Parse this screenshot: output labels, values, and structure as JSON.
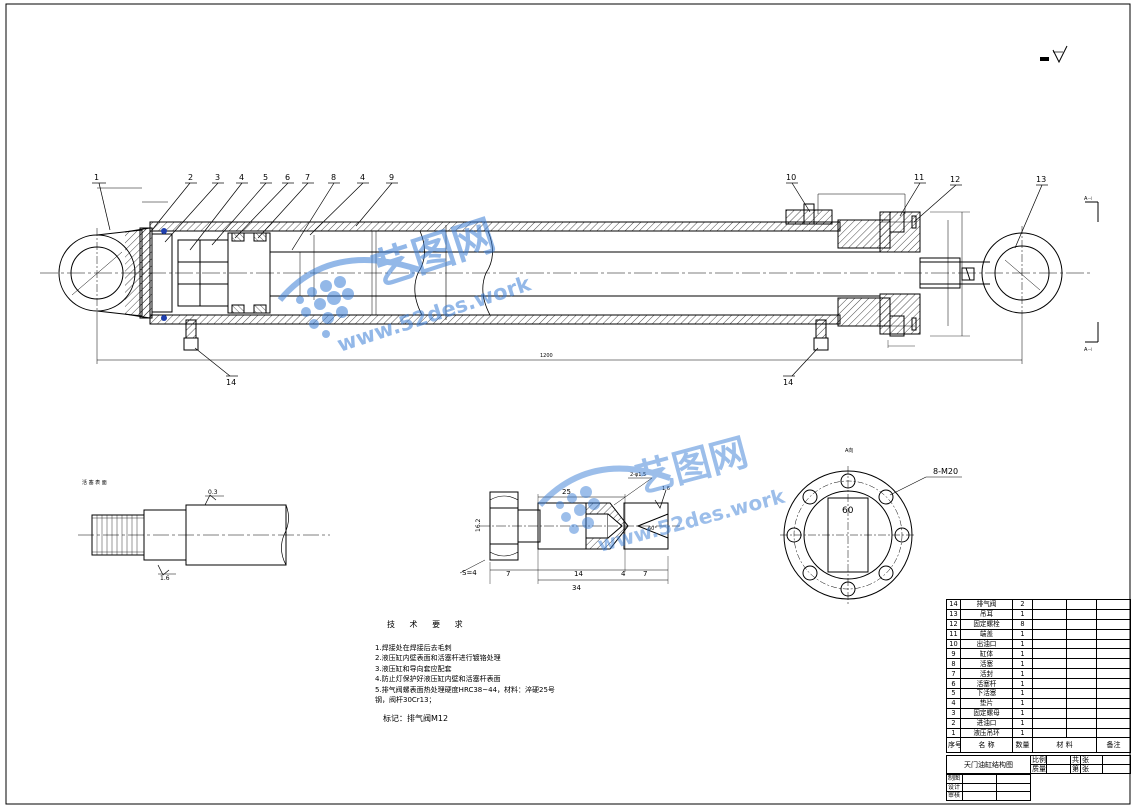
{
  "balloons": {
    "b1": "1",
    "b2": "2",
    "b3": "3",
    "b4": "4",
    "b5": "5",
    "b6": "6",
    "b7": "7",
    "b8": "8",
    "b4b": "4",
    "b9": "9",
    "b10": "10",
    "b11": "11",
    "b12": "12",
    "b13": "13",
    "b14a": "14",
    "b14b": "14"
  },
  "view_labels": {
    "section_a_top": "A⊣",
    "section_a_bottom": "A⊣",
    "a_view": "A向",
    "piston_surface": "活 塞 表 面",
    "bolt_callout": "8-M20",
    "flange_dim": "60"
  },
  "valve_dims": {
    "d25": "25",
    "d34": "34",
    "d14": "14",
    "d4": "4",
    "d7a": "7",
    "d7b": "7",
    "s4": "S=4",
    "m16": "16.2",
    "hole": "2-φ1.5",
    "angle": "60°",
    "r16": "1.6"
  },
  "rough": {
    "r1": "0.3",
    "r2": "1.6"
  },
  "tech": {
    "title": "技 术 要 求",
    "lines": [
      "1.焊接处在焊接后去毛刺",
      "2.液压缸内壁表面和活塞杆进行镀铬处理",
      "3.液压缸和导向套应配套",
      "4.防止灯保护好液压缸内壁和活塞杆表面",
      "5.排气阀螺表面热处理硬度HRC38~44，材料：淬硬25号",
      "钢，阀杆30Cr13；"
    ],
    "note": "标记：排气阀M12"
  },
  "bom": {
    "rows": [
      {
        "no": "14",
        "name": "排气阀",
        "qty": "2"
      },
      {
        "no": "13",
        "name": "吊耳",
        "qty": "1"
      },
      {
        "no": "12",
        "name": "固定螺栓",
        "qty": "8"
      },
      {
        "no": "11",
        "name": "端盖",
        "qty": "1"
      },
      {
        "no": "10",
        "name": "出油口",
        "qty": "1"
      },
      {
        "no": "9",
        "name": "缸体",
        "qty": "1"
      },
      {
        "no": "8",
        "name": "活塞",
        "qty": "1"
      },
      {
        "no": "7",
        "name": "活封",
        "qty": "1"
      },
      {
        "no": "6",
        "name": "活塞杆",
        "qty": "1"
      },
      {
        "no": "5",
        "name": "下活塞",
        "qty": "1"
      },
      {
        "no": "4",
        "name": "垫片",
        "qty": "1"
      },
      {
        "no": "3",
        "name": "固定螺母",
        "qty": "1"
      },
      {
        "no": "2",
        "name": "进油口",
        "qty": "1"
      },
      {
        "no": "1",
        "name": "液压吊环",
        "qty": "1"
      }
    ],
    "header": {
      "no": "序号",
      "name": "名  称",
      "qty": "数量",
      "material": "材  料",
      "remark": "备注"
    }
  },
  "title_block": {
    "drawing_name": "天门油缸结构图",
    "scale_label": "比例",
    "weight_label": "质量",
    "total_label": "共",
    "sheet_label": "第",
    "unit_label": "张",
    "unit_label2": "张"
  },
  "signatures": {
    "drawn": "制图",
    "design": "设计",
    "check": "审核"
  },
  "watermark": {
    "brand": "艺图网",
    "url": "www.52des.work"
  },
  "colors": {
    "line": "#000000",
    "watermark": "#3b7fd6",
    "seal": "#1f3fae"
  }
}
